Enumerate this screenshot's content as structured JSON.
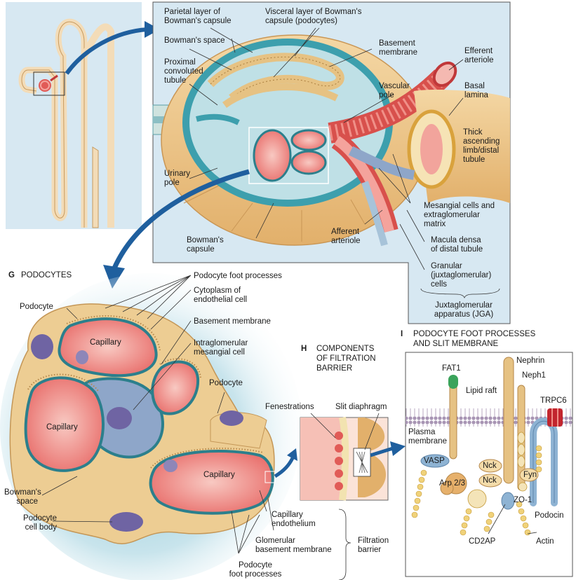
{
  "top_panel": {
    "parietal": "Parietal layer of\nBowman's capsule",
    "visceral": "Visceral layer of Bowman's\ncapsule (podocytes)",
    "bowmans_space": "Bowman's space",
    "pct": "Proximal\nconvoluted\ntubule",
    "basement": "Basement\nmembrane",
    "efferent": "Efferent\narteriole",
    "vascular_pole": "Vascular\npole",
    "basal_lamina": "Basal\nlamina",
    "thick_limb": "Thick\nascending\nlimb/distal\ntubule",
    "urinary_pole": "Urinary\npole",
    "mesangial": "Mesangial cells and\nextraglomerular\nmatrix",
    "bowmans_capsule": "Bowman's\ncapsule",
    "afferent": "Afferent\narteriole",
    "macula": "Macula densa\nof distal tubule",
    "granular": "Granular\n(juxtaglomerular)\ncells",
    "jga": "Juxtaglomerular\napparatus (JGA)"
  },
  "panel_g": {
    "letter": "G",
    "title": "PODOCYTES",
    "foot_processes": "Podocyte foot processes",
    "cytoplasm": "Cytoplasm of\nendothelial cell",
    "basement": "Basement membrane",
    "intraglomerular": "Intraglomerular\nmesangial cell",
    "podocyte_left": "Podocyte",
    "podocyte_right": "Podocyte",
    "capillary_1": "Capillary",
    "capillary_2": "Capillary",
    "capillary_3": "Capillary",
    "bowmans_space": "Bowman's\nspace",
    "cell_body": "Podocyte\ncell body",
    "cap_endothelium": "Capillary\nendothelium",
    "gbm": "Glomerular\nbasement membrane",
    "foot_bottom": "Podocyte\nfoot processes",
    "filtration_barrier": "Filtration\nbarrier"
  },
  "panel_h": {
    "letter": "H",
    "title": "COMPONENTS\nOF FILTRATION\nBARRIER",
    "fenestrations": "Fenestrations",
    "slit": "Slit diaphragm"
  },
  "panel_i": {
    "letter": "I",
    "title": "PODOCYTE FOOT PROCESSES\nAND SLIT MEMBRANE",
    "fat1": "FAT1",
    "nephrin": "Nephrin",
    "neph1": "Neph1",
    "lipid_raft": "Lipid raft",
    "trpc6": "TRPC6",
    "plasma_membrane": "Plasma\nmembrane",
    "vasp": "VASP",
    "nck_1": "Nck",
    "nck_2": "Nck",
    "arp": "Arp 2/3",
    "fyn": "Fyn",
    "zo1": "ZO-1",
    "podocin": "Podocin",
    "cd2ap": "CD2AP",
    "actin": "Actin"
  },
  "colors": {
    "panel_blue": "#d6e7f1",
    "capsule_tan": "#e9c48a",
    "capillary_red": "#ec7d79",
    "tubule_teal": "#3d9fad",
    "arrow_blue": "#1f5f9e",
    "membrane_purple": "#9c8aa6"
  }
}
